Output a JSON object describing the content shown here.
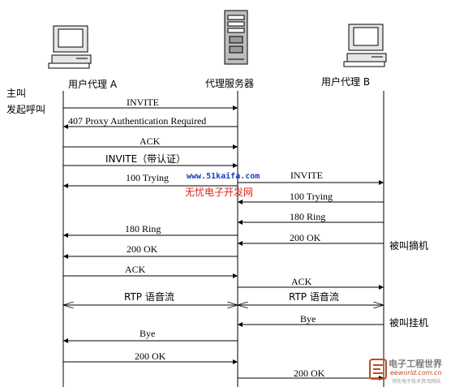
{
  "entities": {
    "ua_a": "用户代理 A",
    "proxy": "代理服务器",
    "ua_b": "用户代理 B"
  },
  "side_notes": {
    "caller_line1": "主叫",
    "caller_line2": "发起呼叫",
    "callee_answer": "被叫摘机",
    "callee_hangup": "被叫挂机"
  },
  "messages": [
    {
      "label": "INVITE",
      "from": "ua_a",
      "to": "proxy"
    },
    {
      "label": "407 Proxy Authentication Required",
      "from": "proxy",
      "to": "ua_a"
    },
    {
      "label": "ACK",
      "from": "ua_a",
      "to": "proxy"
    },
    {
      "label": "INVITE（带认证）",
      "from": "ua_a",
      "to": "proxy"
    },
    {
      "label": "100 Trying",
      "from": "proxy",
      "to": "ua_a"
    },
    {
      "label": "INVITE",
      "from": "proxy",
      "to": "ua_b"
    },
    {
      "label": "100 Trying",
      "from": "ua_b",
      "to": "proxy"
    },
    {
      "label": "180 Ring",
      "from": "ua_b",
      "to": "proxy"
    },
    {
      "label": "180 Ring",
      "from": "proxy",
      "to": "ua_a"
    },
    {
      "label": "200 OK",
      "from": "ua_b",
      "to": "proxy"
    },
    {
      "label": "200 OK",
      "from": "proxy",
      "to": "ua_a"
    },
    {
      "label": "ACK",
      "from": "ua_a",
      "to": "proxy"
    },
    {
      "label": "ACK",
      "from": "proxy",
      "to": "ua_b"
    },
    {
      "label": "RTP 语音流",
      "from": "ua_a",
      "to": "proxy",
      "bidirectional": true
    },
    {
      "label": "RTP 语音流",
      "from": "proxy",
      "to": "ua_b",
      "bidirectional": true
    },
    {
      "label": "Bye",
      "from": "ua_b",
      "to": "proxy"
    },
    {
      "label": "Bye",
      "from": "proxy",
      "to": "ua_a"
    },
    {
      "label": "200 OK",
      "from": "ua_a",
      "to": "proxy"
    },
    {
      "label": "200 OK",
      "from": "proxy",
      "to": "ua_b"
    }
  ],
  "watermark": {
    "site": "www.51kaifa.com",
    "name": "无忧电子开发网",
    "color_site": "#1a3fb8",
    "color_name": "#e0201b"
  },
  "logo": {
    "title": "电子工程世界",
    "url": "eeworld.com.cn",
    "tagline": "领先电子技术资讯网站",
    "color": "#c24a1e"
  },
  "icons": [
    "computer-icon",
    "server-icon",
    "computer-icon"
  ]
}
